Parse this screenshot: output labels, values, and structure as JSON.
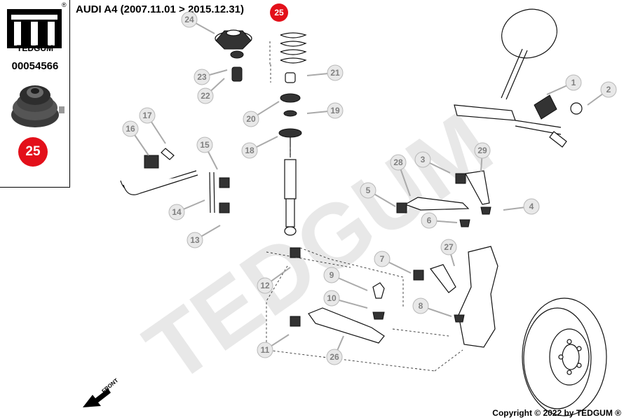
{
  "brand": {
    "name": "TEDGUM",
    "registered": "®"
  },
  "part_number": "00054566",
  "part_position": "25",
  "vehicle": {
    "title": "AUDI A4 (2007.11.01 > 2015.12.31)"
  },
  "highlight_number": "25",
  "watermark": "TEDGUM",
  "front_label": "FRONT",
  "copyright": "Copyright © 2022 by TEDGUM ®",
  "accent_color": "#e3101a",
  "callouts": [
    "1",
    "2",
    "3",
    "4",
    "5",
    "6",
    "7",
    "8",
    "9",
    "10",
    "11",
    "12",
    "13",
    "14",
    "15",
    "16",
    "17",
    "18",
    "19",
    "20",
    "21",
    "22",
    "23",
    "24",
    "26",
    "27",
    "28",
    "29"
  ]
}
